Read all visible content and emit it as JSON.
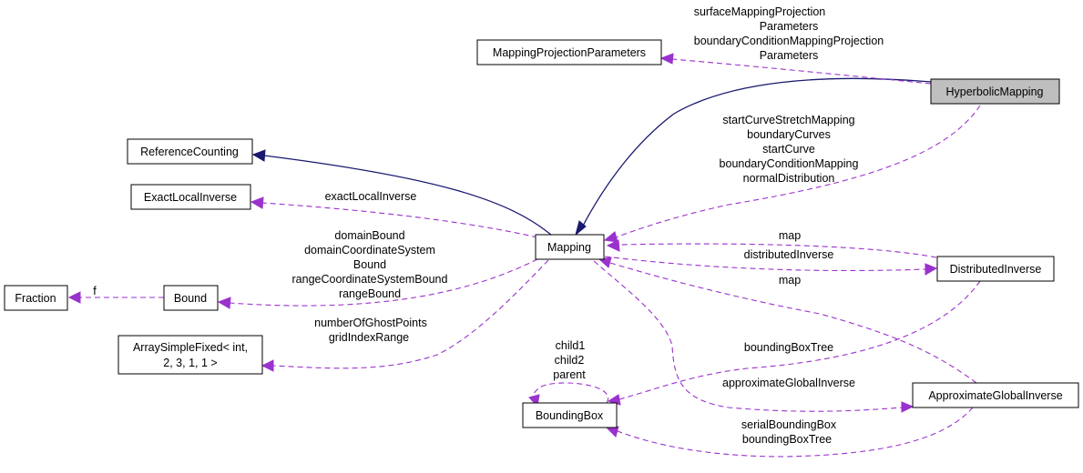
{
  "nodes": {
    "hyperbolic_mapping": "HyperbolicMapping",
    "mapping_projection_parameters": "MappingProjectionParameters",
    "reference_counting": "ReferenceCounting",
    "exact_local_inverse": "ExactLocalInverse",
    "mapping": "Mapping",
    "fraction": "Fraction",
    "bound": "Bound",
    "array_simple_fixed": [
      "ArraySimpleFixed< int,",
      "2, 3, 1, 1 >"
    ],
    "distributed_inverse": "DistributedInverse",
    "bounding_box": "BoundingBox",
    "approximate_global_inverse": "ApproximateGlobalInverse"
  },
  "edge_labels": {
    "projection_params": [
      "surfaceMappingProjection",
      "Parameters",
      "boundaryConditionMappingProjection",
      "Parameters"
    ],
    "hyperbolic_to_mapping": [
      "startCurveStretchMapping",
      "boundaryCurves",
      "startCurve",
      "boundaryConditionMapping",
      "normalDistribution"
    ],
    "exact_local_inverse": [
      "exactLocalInverse"
    ],
    "bound": [
      "domainBound",
      "domainCoordinateSystem",
      "Bound",
      "rangeCoordinateSystemBound",
      "rangeBound"
    ],
    "fraction": [
      "f"
    ],
    "array": [
      "numberOfGhostPoints",
      "gridIndexRange"
    ],
    "distributed_map": [
      "map"
    ],
    "distributed_inverse": [
      "distributedInverse"
    ],
    "approx_map": [
      "map"
    ],
    "bbox_self": [
      "child1",
      "child2",
      "parent"
    ],
    "bbox_tree": [
      "boundingBoxTree"
    ],
    "approximate_global_inverse": [
      "approximateGlobalInverse"
    ],
    "serial_bbox": [
      "serialBoundingBox",
      "boundingBoxTree"
    ]
  },
  "colors": {
    "inheritance": "#191970",
    "usage": "#9a32cd",
    "highlight_fill": "#bfbfbf"
  }
}
